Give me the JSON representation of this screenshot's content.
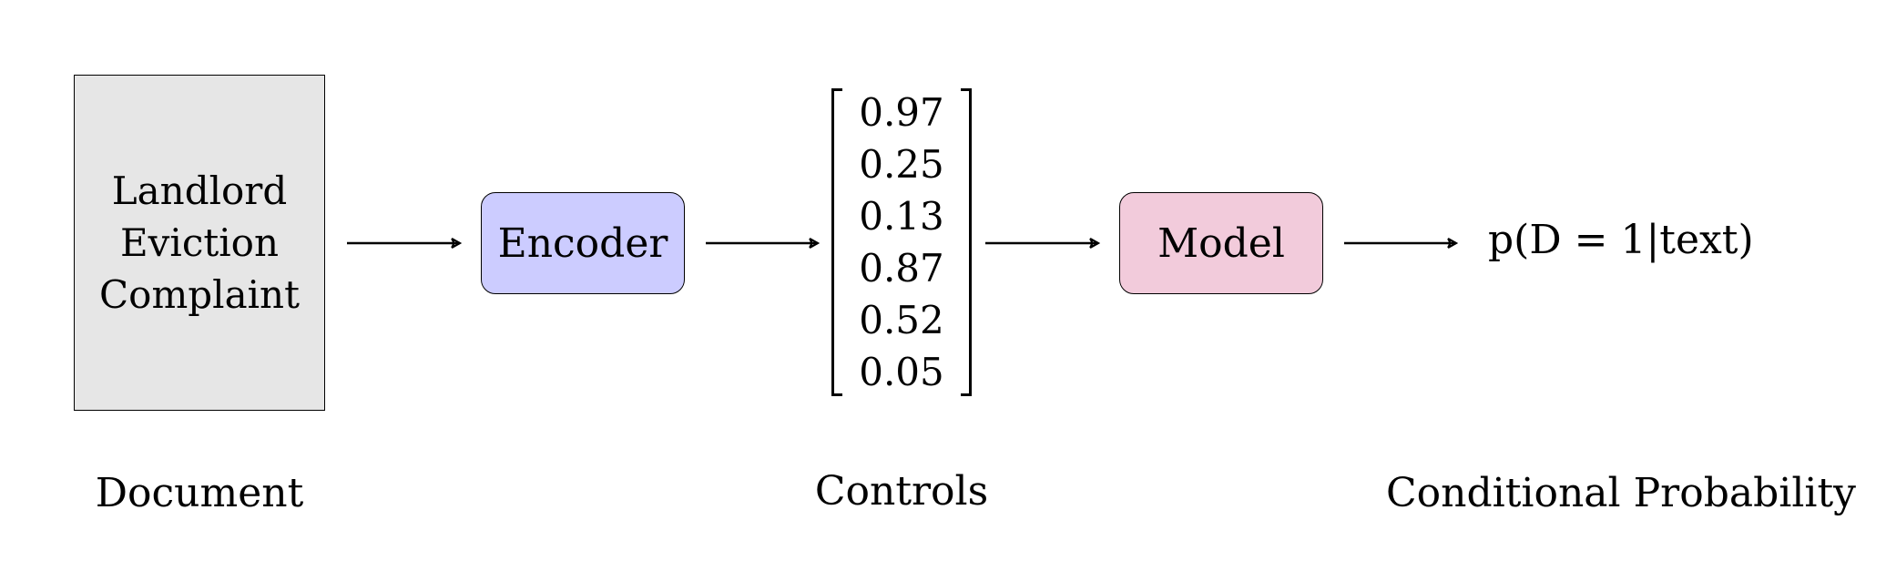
{
  "document": {
    "lines": [
      "Landlord",
      "Eviction",
      "Complaint"
    ],
    "label": "Document",
    "fill": "#e6e6e6"
  },
  "encoder": {
    "label": "Encoder",
    "fill": "#ccccff"
  },
  "controls": {
    "values": [
      "0.97",
      "0.25",
      "0.13",
      "0.87",
      "0.52",
      "0.05"
    ],
    "label": "Controls"
  },
  "model": {
    "label": "Model",
    "fill": "#f2cbdb"
  },
  "output": {
    "expression": "p(D = 1|text)",
    "label": "Conditional Probability"
  }
}
